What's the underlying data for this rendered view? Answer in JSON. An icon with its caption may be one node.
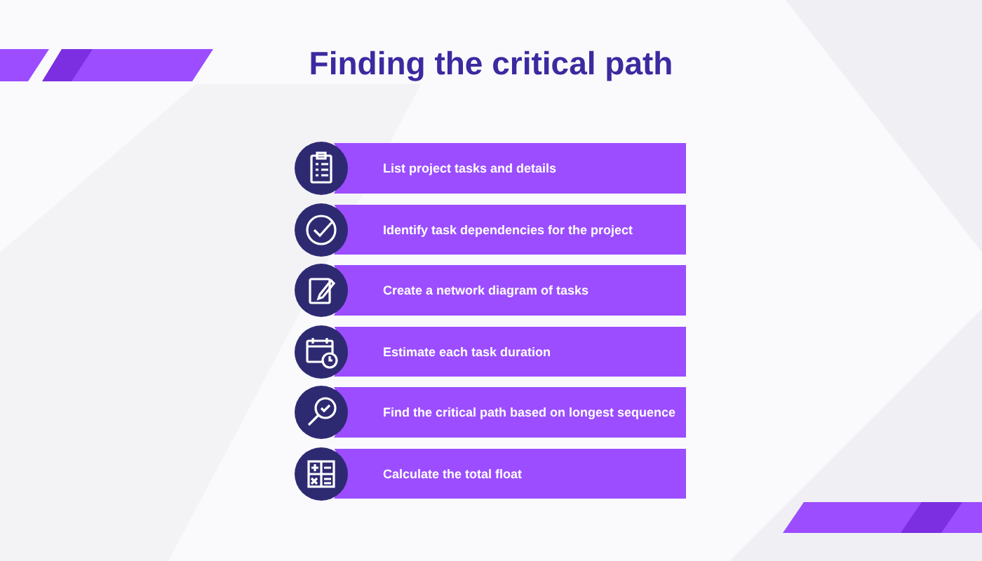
{
  "diagram": {
    "title": "Finding the critical path",
    "nodes": [
      {
        "text": [
          "List project tasks and details"
        ]
      },
      {
        "text": [
          "Identify task dependencies for the project"
        ]
      },
      {
        "text": [
          "Create a network diagram of tasks"
        ]
      },
      {
        "text": [
          "Estimate each task duration"
        ]
      },
      {
        "text": [
          "Find the critical path based on longest sequence"
        ]
      },
      {
        "text": [
          "Calculate the total float"
        ]
      }
    ]
  }
}
